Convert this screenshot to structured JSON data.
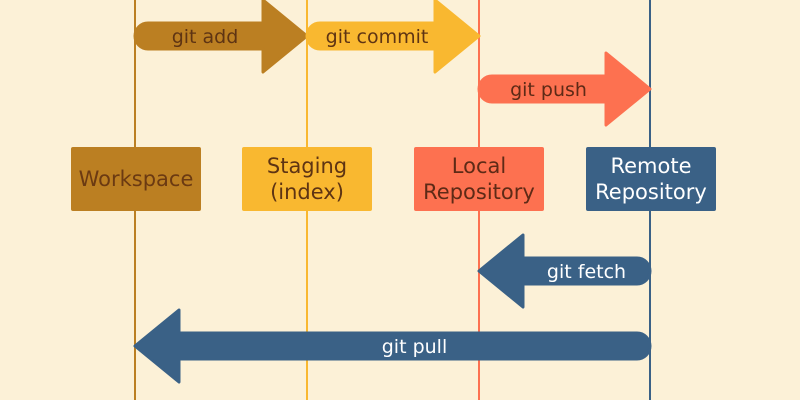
{
  "colors": {
    "background": "#fcf1d7",
    "workspace": "#bb7f22",
    "staging": "#f9b830",
    "local": "#fd7150",
    "remote": "#3a6186",
    "workspace_text": "#6b3a12",
    "staging_text": "#5e3413",
    "local_text": "#5e2a16",
    "remote_text": "#ffffff"
  },
  "stages": [
    {
      "key": "workspace",
      "lines": [
        "Workspace"
      ]
    },
    {
      "key": "staging",
      "lines": [
        "Staging",
        "(index)"
      ]
    },
    {
      "key": "local",
      "lines": [
        "Local",
        "Repository"
      ]
    },
    {
      "key": "remote",
      "lines": [
        "Remote",
        "Repository"
      ]
    }
  ],
  "commands": [
    {
      "label": "git add",
      "from": "workspace",
      "to": "staging",
      "direction": "right",
      "color": "#bb7f22",
      "text_color": "#5e3413"
    },
    {
      "label": "git commit",
      "from": "staging",
      "to": "local",
      "direction": "right",
      "color": "#f9b830",
      "text_color": "#5e3413"
    },
    {
      "label": "git push",
      "from": "local",
      "to": "remote",
      "direction": "right",
      "color": "#fd7150",
      "text_color": "#5e2a16"
    },
    {
      "label": "git fetch",
      "from": "remote",
      "to": "local",
      "direction": "left",
      "color": "#3a6186",
      "text_color": "#ffffff"
    },
    {
      "label": "git pull",
      "from": "remote",
      "to": "workspace",
      "direction": "left",
      "color": "#3a6186",
      "text_color": "#ffffff"
    }
  ]
}
